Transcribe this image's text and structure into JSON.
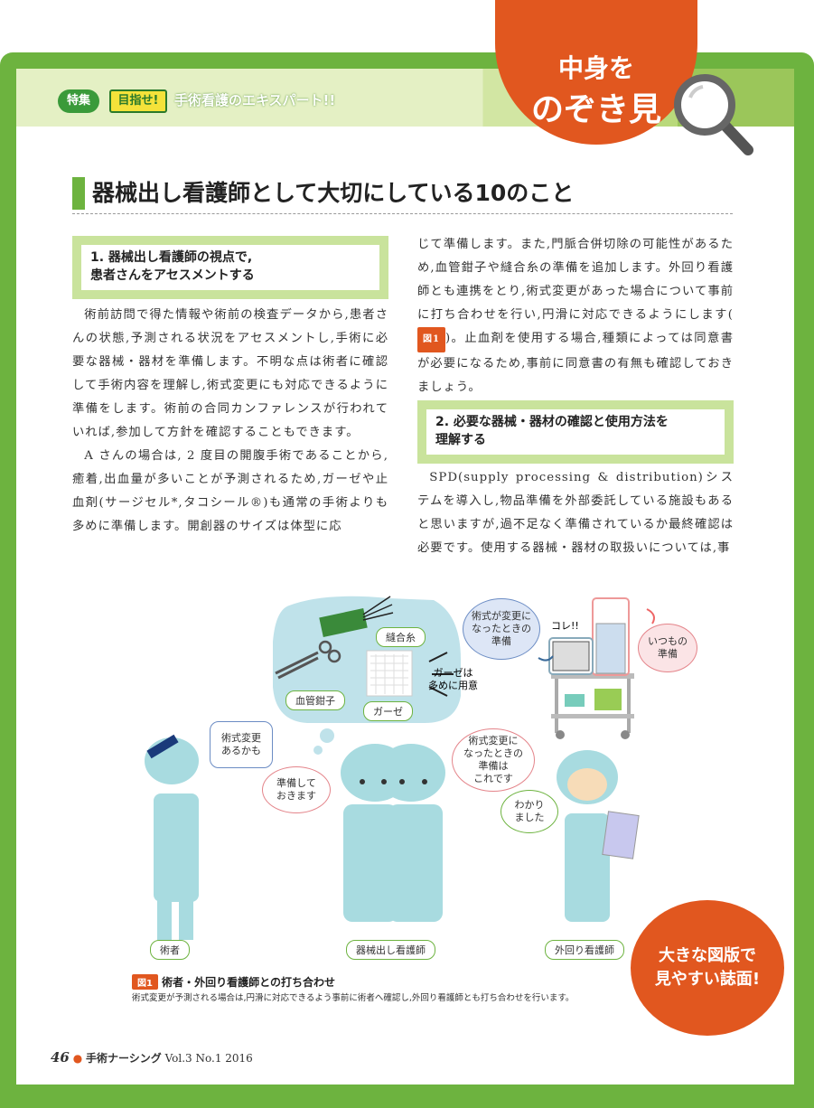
{
  "header": {
    "tag1": "特集",
    "tag2": "目指せ!",
    "series_title": "手術看護のエキスパート!!",
    "badge_line1": "中身を",
    "badge_line2": "のぞき見"
  },
  "article": {
    "title": "器械出し看護師として大切にしている10のこと",
    "section1_heading": "1. 器械出し看護師の視点で,患者さんをアセスメントする",
    "section1_h1": "1. 器械出し看護師の視点で,",
    "section1_h2": "患者さんをアセスメントする",
    "left_p1": "術前訪問で得た情報や術前の検査データから,患者さんの状態,予測される状況をアセスメントし,手術に必要な器械・器材を準備します。不明な点は術者に確認して手術内容を理解し,術式変更にも対応できるように準備をします。術前の合同カンファレンスが行われていれば,参加して方針を確認することもできます。",
    "left_p2": "A さんの場合は, 2 度目の開腹手術であることから,癒着,出血量が多いことが予測されるため,ガーゼや止血剤(サージセル*,タコシール®)も通常の手術よりも多めに準備します。開創器のサイズは体型に応",
    "right_p1a": "じて準備します。また,門脈合併切除の可能性があるため,血管鉗子や縫合糸の準備を追加します。外回り看護師とも連携をとり,術式変更があった場合について事前に打ち合わせを行い,円滑に対応できるようにします(",
    "right_fig_ref": "図1",
    "right_p1b": ")。止血剤を使用する場合,種類によっては同意書が必要になるため,事前に同意書の有無も確認しておきましょう。",
    "section2_h1": "2. 必要な器械・器材の確認と使用方法を",
    "section2_h2": "理解する",
    "right_p2": "SPD(supply processing & distribution)システムを導入し,物品準備を外部委託している施設もあると思いますが,過不足なく準備されているか最終確認は必要です。使用する器械・器材の取扱いについては,事"
  },
  "figure": {
    "labels": {
      "suture": "縫合糸",
      "clamp": "血管鉗子",
      "gauze": "ガーゼ",
      "gauze_note": "ガーゼは\n多めに用意",
      "change_prep": "術式が変更に\nなったときの\n準備",
      "kore": "コレ!!",
      "usual": "いつもの\n準備",
      "surgeon_speech": "術式変更\nあるかも",
      "scrub_speech1": "準備して\nおきます",
      "scrub_speech2": "術式変更に\nなったときの\n準備は\nこれです",
      "circ_speech": "わかり\nました",
      "role_surgeon": "術者",
      "role_scrub": "器械出し看護師",
      "role_circ": "外回り看護師"
    },
    "caption_num": "図1",
    "caption_title": "術者・外回り看護師との打ち合わせ",
    "caption_desc": "術式変更が予測される場合は,円滑に対応できるよう事前に術者へ確認し,外回り看護師とも打ち合わせを行います。"
  },
  "promo": {
    "line1": "大きな図版で",
    "line2": "見やすい誌面!"
  },
  "footer": {
    "page": "46",
    "journal": "手術ナーシング",
    "volume": "Vol.3 No.1 2016"
  },
  "colors": {
    "green": "#6db33f",
    "orange": "#e1571f",
    "light_green": "#c9e39c"
  }
}
